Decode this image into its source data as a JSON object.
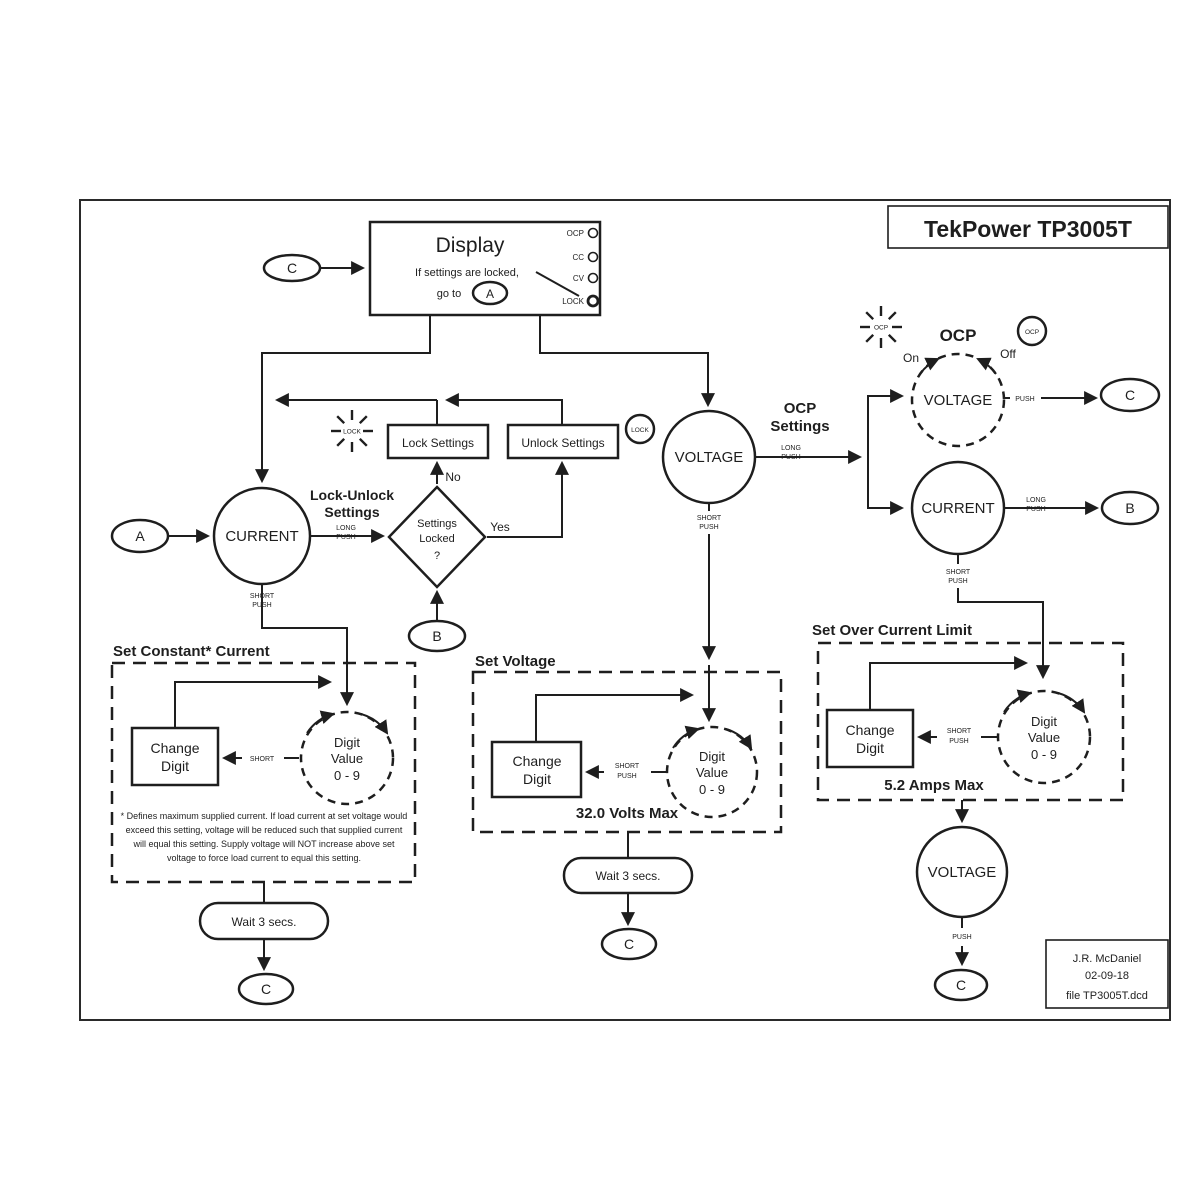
{
  "title": "TekPower TP3005T",
  "display": {
    "title": "Display",
    "note_line1": "If settings are locked,",
    "note_line2": "go to",
    "ref": "A",
    "indicators": {
      "ocp": "OCP",
      "cc": "CC",
      "cv": "CV",
      "lock": "LOCK"
    }
  },
  "refs": {
    "a": "A",
    "b": "B",
    "c": "C"
  },
  "labels": {
    "lock_unlock_1": "Lock-Unlock",
    "lock_unlock_2": "Settings",
    "lock_settings": "Lock Settings",
    "unlock_settings": "Unlock Settings",
    "lock_indicator": "LOCK",
    "lock_blink": "LOCK",
    "diamond_1": "Settings",
    "diamond_2": "Locked",
    "diamond_3": "?",
    "no": "No",
    "yes": "Yes",
    "long": "LONG",
    "push": "PUSH",
    "short": "SHORT",
    "current": "CURRENT",
    "voltage": "VOLTAGE",
    "ocp_settings_1": "OCP",
    "ocp_settings_2": "Settings",
    "ocp": "OCP",
    "ocp_blink": "OCP",
    "ocp_indicator": "OCP",
    "on": "On",
    "off": "Off"
  },
  "set_constant_current": {
    "label": "Set Constant* Current",
    "change_1": "Change",
    "change_2": "Digit",
    "digit_1": "Digit",
    "digit_2": "Value",
    "digit_3": "0 - 9",
    "short": "SHORT",
    "footnote": [
      "* Defines maximum supplied current. If load current at set voltage would",
      "exceed this setting, voltage will be reduced such that supplied current",
      "will equal this setting. Supply voltage will NOT increase above set",
      "voltage to force load current to equal this setting."
    ],
    "wait": "Wait 3 secs."
  },
  "set_voltage": {
    "label": "Set Voltage",
    "change_1": "Change",
    "change_2": "Digit",
    "digit_1": "Digit",
    "digit_2": "Value",
    "digit_3": "0 - 9",
    "max": "32.0 Volts Max",
    "wait": "Wait 3 secs."
  },
  "set_over_current": {
    "label": "Set Over Current Limit",
    "change_1": "Change",
    "change_2": "Digit",
    "digit_1": "Digit",
    "digit_2": "Value",
    "digit_3": "0 - 9",
    "max": "5.2 Amps Max"
  },
  "credit": {
    "line1": "J.R. McDaniel",
    "line2": "02-09-18",
    "line3": "file TP3005T.dcd"
  }
}
